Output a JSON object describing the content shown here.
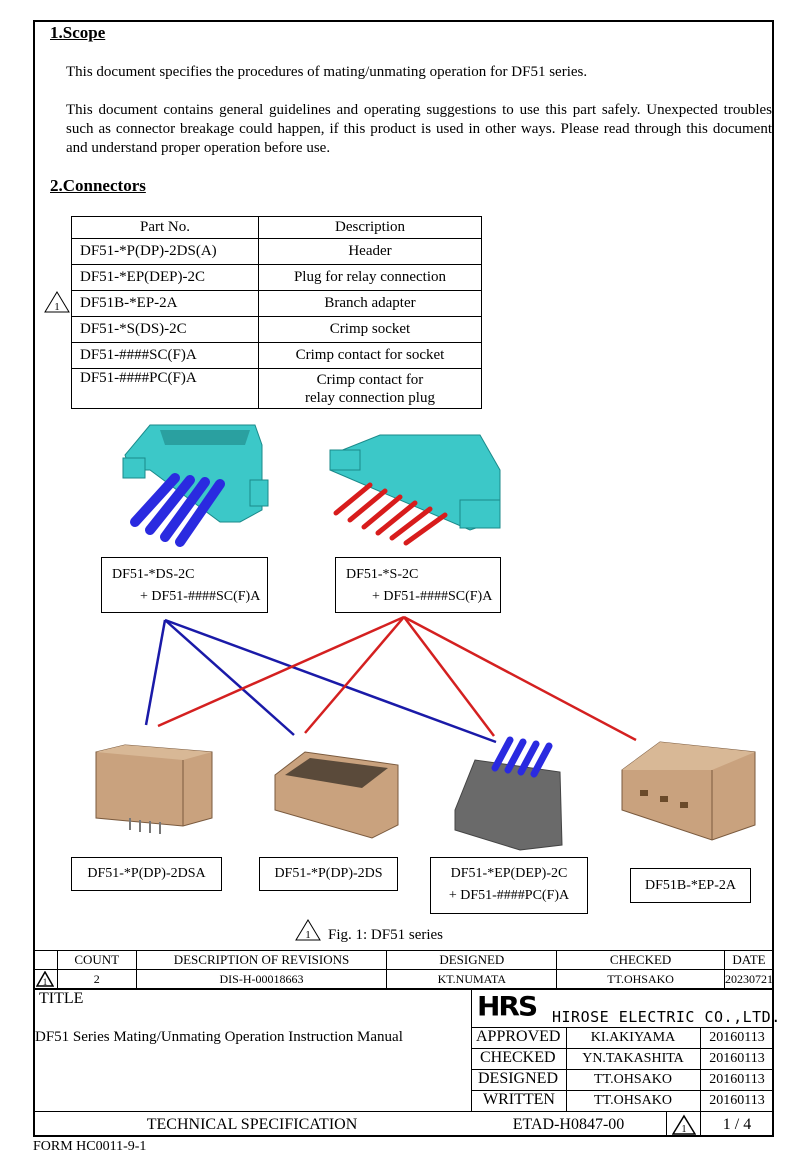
{
  "scope": {
    "heading": "1.Scope",
    "p1": "This document specifies the procedures of mating/unmating operation for DF51 series.",
    "p2": "This document contains general guidelines and operating suggestions to use this part safely. Unexpected troubles such as connector breakage could happen, if this product is used in other ways. Please read through this document and understand proper operation before use."
  },
  "connectors": {
    "heading": "2.Connectors",
    "header_part": "Part No.",
    "header_desc": "Description",
    "rows": [
      {
        "part": "DF51-*P(DP)-2DS(A)",
        "desc": "Header"
      },
      {
        "part": "DF51-*EP(DEP)-2C",
        "desc": "Plug for relay connection"
      },
      {
        "part": "DF51B-*EP-2A",
        "desc": "Branch adapter"
      },
      {
        "part": "DF51-*S(DS)-2C",
        "desc": "Crimp socket"
      },
      {
        "part": "DF51-####SC(F)A",
        "desc": "Crimp contact for socket"
      },
      {
        "part": "DF51-####PC(F)A",
        "desc": "Crimp contact for",
        "desc2": "relay connection plug"
      }
    ],
    "rev_mark": "1"
  },
  "figure": {
    "box_ds_line1": "DF51-*DS-2C",
    "box_ds_line2": "+ DF51-####SC(F)A",
    "box_s_line1": "DF51-*S-2C",
    "box_s_line2": "+ DF51-####SC(F)A",
    "label_2dsa": "DF51-*P(DP)-2DSA",
    "label_2ds": "DF51-*P(DP)-2DS",
    "label_ep_line1": "DF51-*EP(DEP)-2C",
    "label_ep_line2": "+ DF51-####PC(F)A",
    "label_branch": "DF51B-*EP-2A",
    "caption": "Fig. 1: DF51 series",
    "colors": {
      "blue_line": "#1a1aa8",
      "red_line": "#d42020",
      "cyan_part": "#3cc8c8",
      "blue_wire": "#2a2ae0",
      "red_wire": "#d81c1c",
      "tan_part": "#c9a27e"
    }
  },
  "revisions": {
    "h_count": "COUNT",
    "h_desc": "DESCRIPTION OF REVISIONS",
    "h_designed": "DESIGNED",
    "h_checked": "CHECKED",
    "h_date": "DATE",
    "count": "2",
    "desc": "DIS-H-00018663",
    "designed": "KT.NUMATA",
    "checked": "TT.OHSAKO",
    "date": "20230721"
  },
  "titleblock": {
    "title_label": "TITLE",
    "title": "DF51 Series Mating/Unmating Operation Instruction Manual",
    "logo": "HRS",
    "company": "HIROSE ELECTRIC CO.,LTD.",
    "approved_label": "APPROVED",
    "approved_name": "KI.AKIYAMA",
    "approved_date": "20160113",
    "checked_label": "CHECKED",
    "checked_name": "YN.TAKASHITA",
    "checked_date": "20160113",
    "designed_label": "DESIGNED",
    "designed_name": "TT.OHSAKO",
    "designed_date": "20160113",
    "written_label": "WRITTEN",
    "written_name": "TT.OHSAKO",
    "written_date": "20160113",
    "spec": "TECHNICAL SPECIFICATION",
    "doc_no": "ETAD-H0847-00",
    "rev_mark": "1",
    "page": "1 / 4"
  },
  "form": "FORM HC0011-9-1"
}
